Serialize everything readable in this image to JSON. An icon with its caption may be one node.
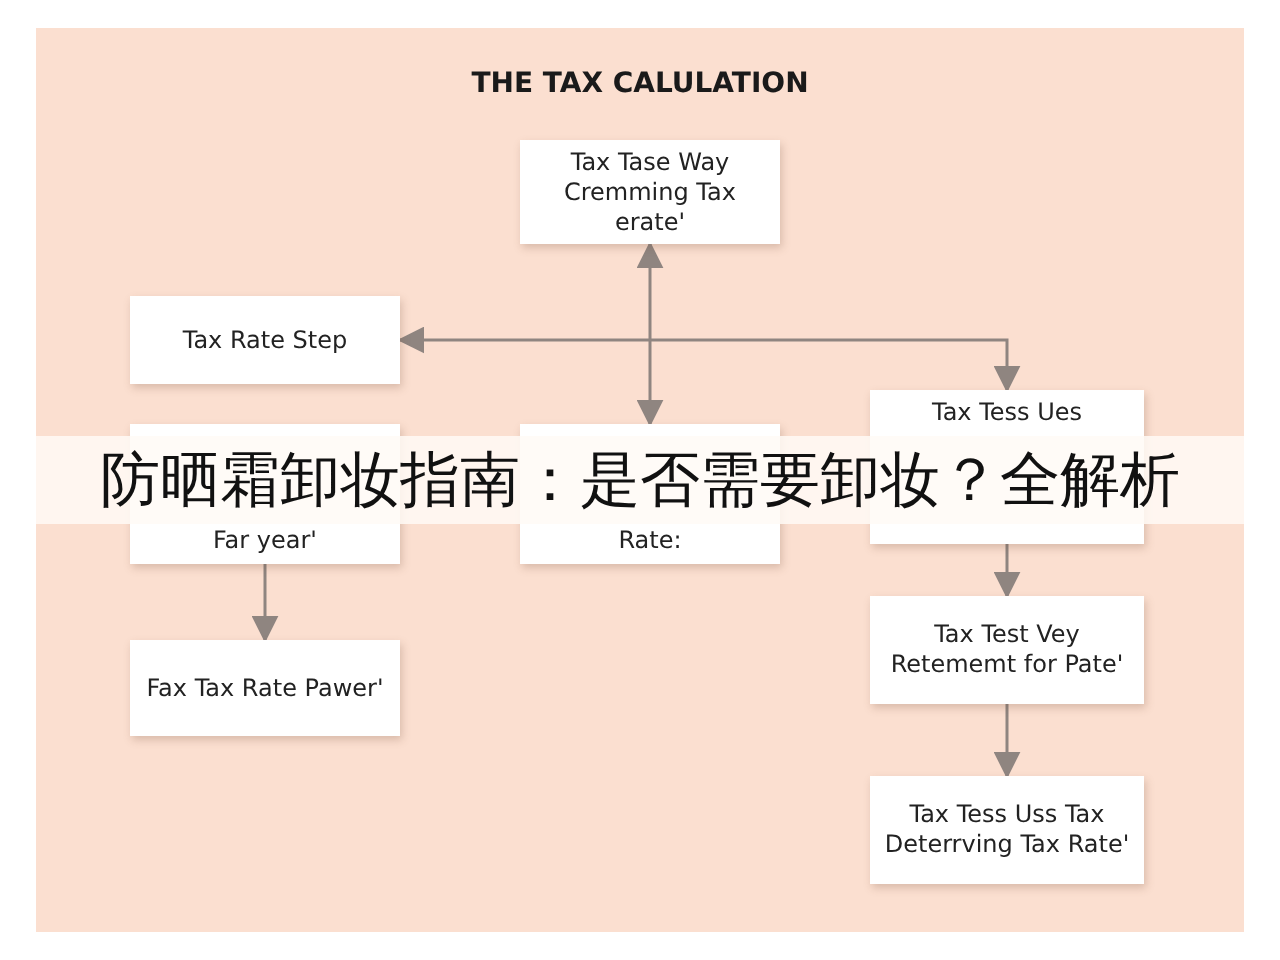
{
  "diagram": {
    "title": "THE TAX CALULATION",
    "nodes": [
      {
        "text": [
          "Tax Tase Way Cremming Tax erate'"
        ]
      },
      {
        "text": [
          "Tax Rate Step"
        ]
      },
      {
        "text": [
          "Far year'"
        ]
      },
      {
        "text": [
          "Rate:"
        ]
      },
      {
        "text": [
          "Tax Tess Ues"
        ]
      },
      {
        "text": [
          "Fax Tax Rate Pawer'"
        ]
      },
      {
        "text": [
          "Tax Test Vey Retememt for Pate'"
        ]
      },
      {
        "text": [
          "Tax Tess Uss Tax Deterrving Tax Rate'"
        ]
      }
    ],
    "edges": [
      {
        "from": 0,
        "to": 3,
        "arrow": "both"
      },
      {
        "from": 1,
        "to": 4,
        "arrow": "both"
      },
      {
        "from": 2,
        "to": 5,
        "arrow": "to"
      },
      {
        "from": 4,
        "to": 6,
        "arrow": "to"
      },
      {
        "from": 6,
        "to": 7,
        "arrow": "to"
      }
    ],
    "labels": [
      "防晒霜卸妆指南：是否需要卸妆？全解析"
    ]
  }
}
